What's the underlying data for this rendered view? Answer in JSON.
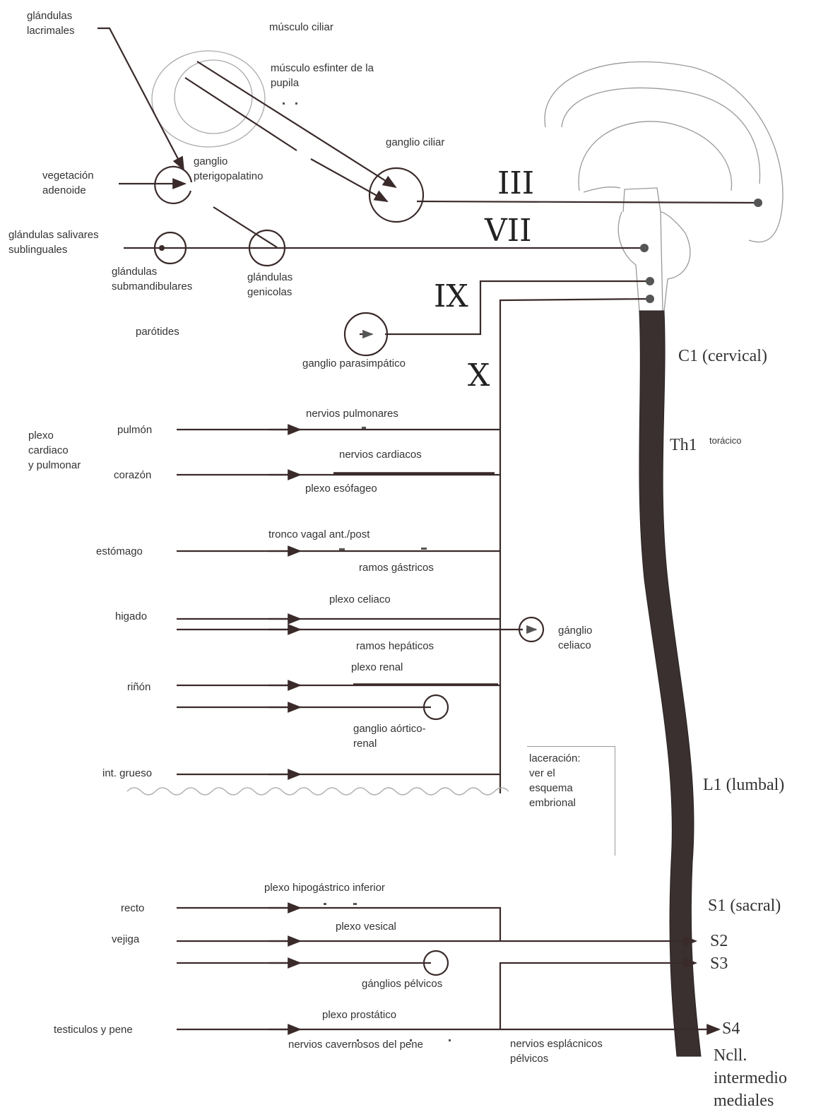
{
  "roman": {
    "iii": "III",
    "vii": "VII",
    "ix": "IX",
    "x": "X"
  },
  "head": {
    "glandulas_lacrimales": "glándulas\nlacrimales",
    "musculo_ciliar": "músculo ciliar",
    "musculo_esfinter": "músculo esfinter de la\npupila",
    "ganglio_pterigopalatino": "ganglio\npterigopalatino",
    "vegetacion_adenoide": "vegetación\nadenoide",
    "ganglio_ciliar": "ganglio ciliar",
    "glandulas_salivares": "glándulas salivares\nsublinguales",
    "glandulas_submandibulares": "glándulas\nsubmandibulares",
    "glandulas_genicolas": "glándulas\ngenicolas",
    "parotides": "parótides",
    "ganglio_parasimpatico": "ganglio parasimpático"
  },
  "spinal": {
    "c1": "C1 (cervical)",
    "th1": "Th1",
    "th1_sup": "torácico",
    "l1": "L1 (lumbal)",
    "s1": "S1 (sacral)",
    "s2": "S2",
    "s3": "S3",
    "s4": "S4",
    "ncll": "Ncll.\nintermedio\nmediales"
  },
  "thorax": {
    "plexo_cardiaco": "plexo\ncardiaco\ny pulmonar",
    "pulmon": "pulmón",
    "nervios_pulmonares": "nervios pulmonares",
    "corazon": "corazón",
    "nervios_cardiacos": "nervios cardiacos",
    "plexo_esofageo": "plexo esófageo"
  },
  "abdomen": {
    "estomago": "estómago",
    "tronco_vagal": "tronco vagal ant./post",
    "ramos_gastricos": "ramos gástricos",
    "higado": "higado",
    "plexo_celiaco": "plexo celiaco",
    "ramos_hepaticos": "ramos hepáticos",
    "ganglio_celiaco": "gánglio\nceliaco",
    "rinon": "riñón",
    "plexo_renal": "plexo renal",
    "ganglio_aortico": "ganglio aórtico-\nrenal",
    "int_grueso": "int. grueso",
    "laceracion": "laceración:\nver el\nesquema\nembrional"
  },
  "pelvis": {
    "recto": "recto",
    "plexo_hipogastrico": "plexo hipogástrico inferior",
    "vejiga": "vejiga",
    "plexo_vesical": "plexo vesical",
    "ganglios_pelvicos": "gánglios pélvicos",
    "testiculos": "testiculos y pene",
    "plexo_prostatico": "plexo prostático",
    "nervios_cavernosos": "nervios cavernosos del pene",
    "nervios_esplacnicos": "nervios esplácnicos\npélvicos"
  }
}
